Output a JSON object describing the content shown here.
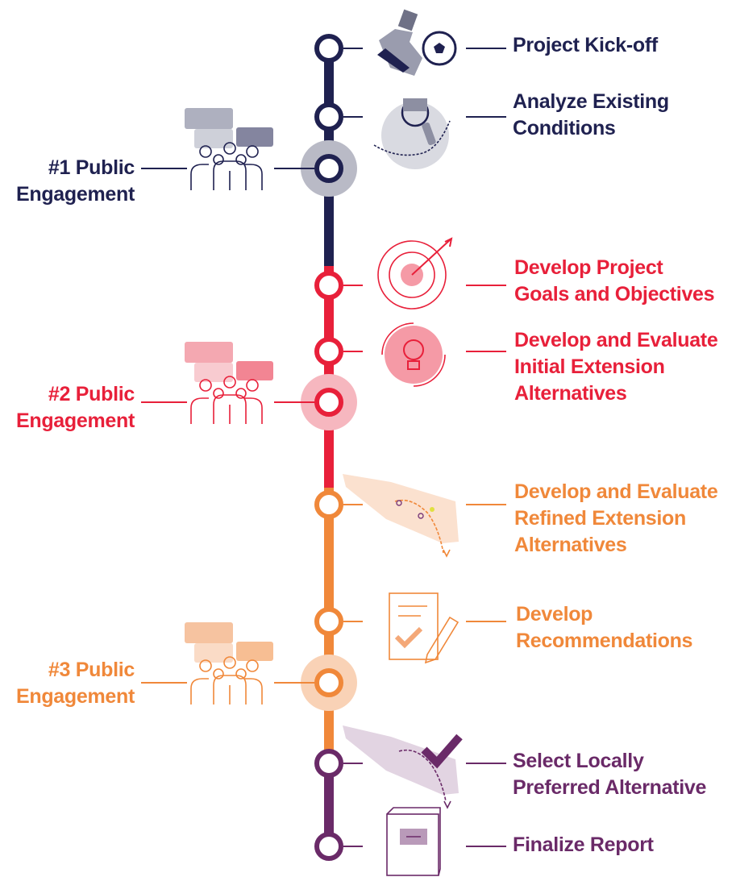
{
  "colors": {
    "navy": "#1f2150",
    "red": "#e8203a",
    "orange": "#f0883a",
    "purple": "#6a2a68",
    "navy_light": "#b9bac6",
    "red_light": "#f6b7bf",
    "orange_light": "#f9d2b6",
    "purple_light": "#d6c4d6"
  },
  "milestones": [
    {
      "lines": [
        "Project Kick-off"
      ],
      "color": "navy",
      "icon": "soccer-cleat-ball-icon"
    },
    {
      "lines": [
        "Analyze Existing",
        "Conditions"
      ],
      "color": "navy",
      "icon": "magnifier-map-icon"
    },
    {
      "lines": [
        "Develop Project",
        "Goals and Objectives"
      ],
      "color": "red",
      "icon": "target-arrow-icon"
    },
    {
      "lines": [
        "Develop and Evaluate",
        "Initial Extension",
        "Alternatives"
      ],
      "color": "red",
      "icon": "lightbulb-cycle-icon"
    },
    {
      "lines": [
        "Develop and Evaluate",
        "Refined Extension",
        "Alternatives"
      ],
      "color": "orange",
      "icon": "route-map-icon"
    },
    {
      "lines": [
        "Develop",
        "Recommendations"
      ],
      "color": "orange",
      "icon": "checklist-pen-icon"
    },
    {
      "lines": [
        "Select Locally",
        "Preferred Alternative"
      ],
      "color": "purple",
      "icon": "route-map-check-icon"
    },
    {
      "lines": [
        "Finalize Report"
      ],
      "color": "purple",
      "icon": "report-book-icon"
    }
  ],
  "engagements": [
    {
      "lines": [
        "#1 Public",
        "Engagement"
      ],
      "color": "navy",
      "icon": "people-speech-bubbles-icon"
    },
    {
      "lines": [
        "#2 Public",
        "Engagement"
      ],
      "color": "red",
      "icon": "people-speech-bubbles-icon"
    },
    {
      "lines": [
        "#3 Public",
        "Engagement"
      ],
      "color": "orange",
      "icon": "people-speech-bubbles-icon"
    }
  ]
}
